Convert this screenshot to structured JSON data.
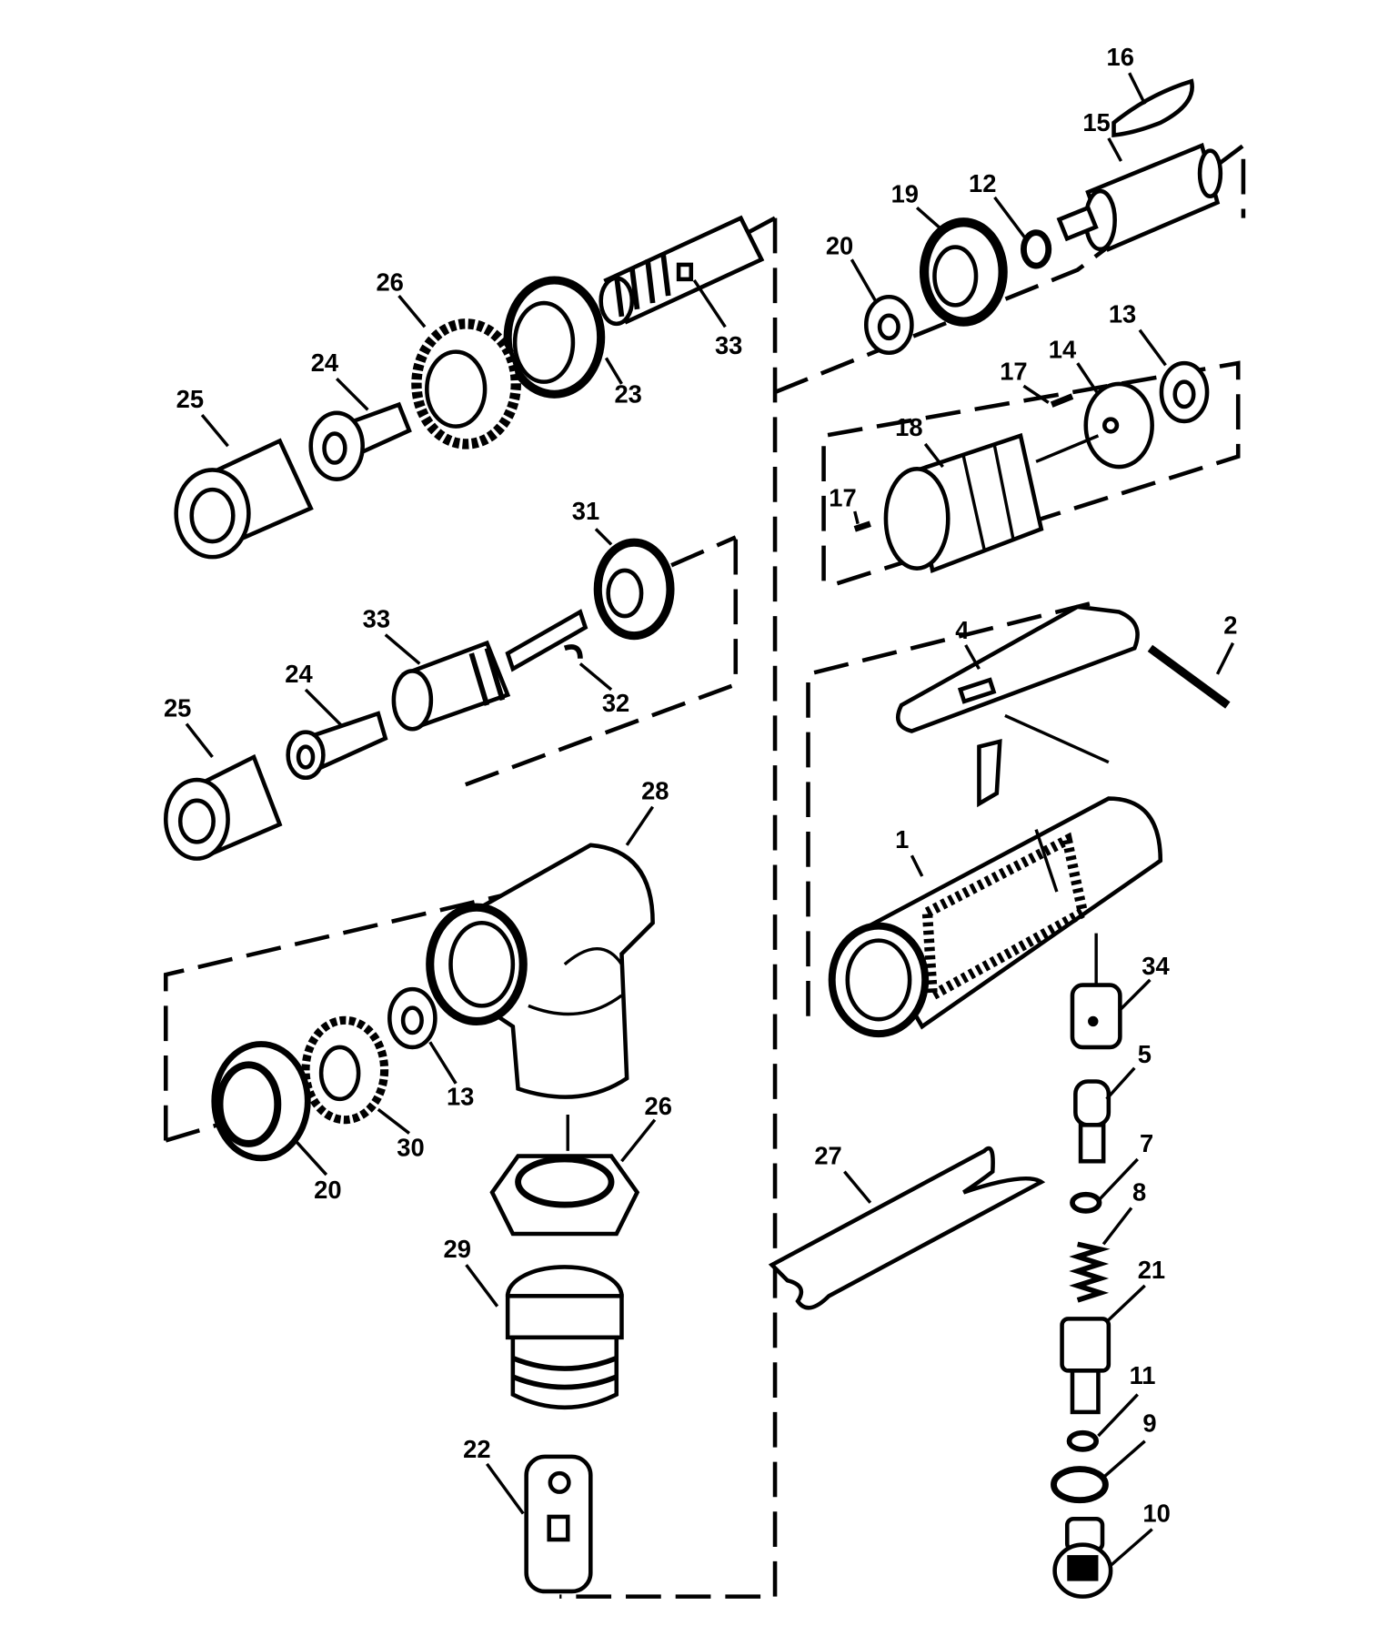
{
  "diagram": {
    "type": "exploded parts diagram",
    "labels": {
      "p16": "16",
      "p15": "15",
      "p19": "19",
      "p12": "12",
      "p20a": "20",
      "p13a": "13",
      "p17a": "17",
      "p14": "14",
      "p18": "18",
      "p17b": "17",
      "p4": "4",
      "p2": "2",
      "p1": "1",
      "p34": "34",
      "p5": "5",
      "p7": "7",
      "p8": "8",
      "p21": "21",
      "p11": "11",
      "p9": "9",
      "p10": "10",
      "p27": "27",
      "p26a": "26",
      "p24a": "24",
      "p25a": "25",
      "p23": "23",
      "p33a": "33",
      "p31": "31",
      "p33b": "33",
      "p24b": "24",
      "p25b": "25",
      "p32": "32",
      "p28": "28",
      "p13b": "13",
      "p30": "30",
      "p20b": "20",
      "p26b": "26",
      "p29": "29",
      "p22": "22"
    }
  }
}
